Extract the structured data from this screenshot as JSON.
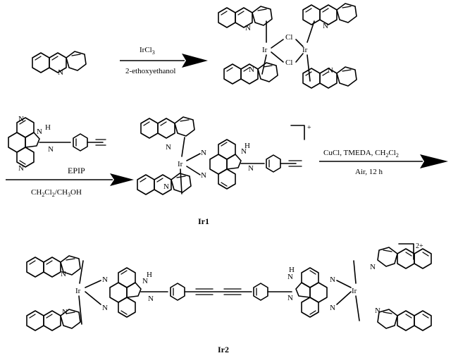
{
  "reactions": [
    {
      "reagent": "IrCl",
      "reagent_sub": "3",
      "solvent": "2-ethoxyethanol"
    },
    {
      "ligand_label": "EPIP",
      "solvent_a": "CH",
      "solvent_b": "Cl",
      "solvent_c": "/CH",
      "solvent_d": "OH",
      "sub2": "2"
    },
    {
      "line1_a": "CuCl, TMEDA, CH",
      "line1_b": "Cl",
      "sub2": "2",
      "line2": "Air, 12 h"
    }
  ],
  "compounds": {
    "ir1": "Ir1",
    "ir2": "Ir2",
    "ir1_charge": "+",
    "ir2_charge": "2+"
  },
  "atoms": {
    "ir": "Ir",
    "n": "N",
    "cl": "Cl",
    "h": "H"
  }
}
